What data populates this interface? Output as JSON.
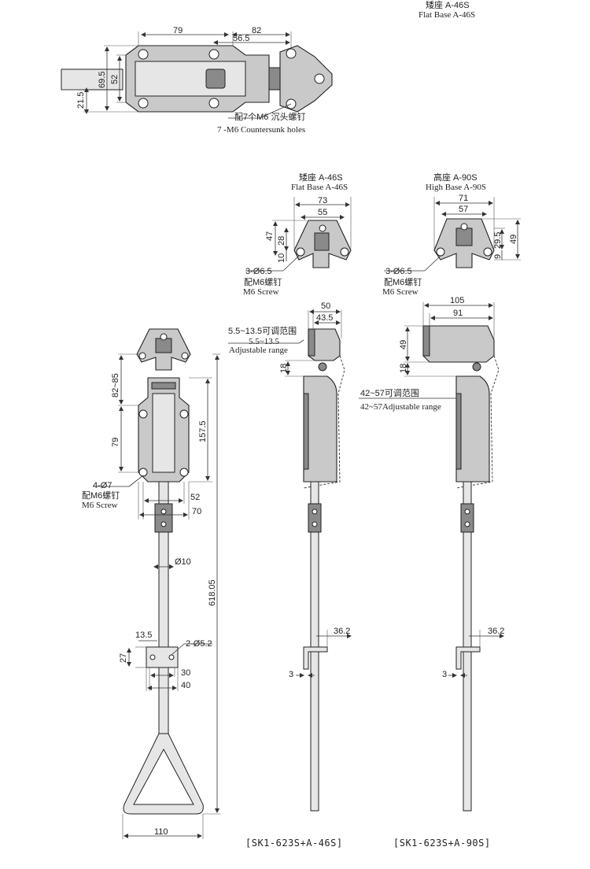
{
  "top_view": {
    "base_label_cn": "矮座 A-46S",
    "base_label_en": "Flat Base A-46S",
    "dims": {
      "d79": "79",
      "d82": "82",
      "d56_5": "56.5",
      "d69_5": "69.5",
      "d52": "52",
      "d21_5": "21.5"
    },
    "holes_cn": "配7个M6 沉头螺钉",
    "holes_en": "7 -M6 Countersunk holes"
  },
  "flat_base": {
    "label_cn": "矮座 A-46S",
    "label_en": "Flat Base A-46S",
    "dims": {
      "d73": "73",
      "d55": "55",
      "d47": "47",
      "d28": "28",
      "d10": "10"
    },
    "screw_holes": "3-Ø6.5",
    "screw_cn": "配M6螺钉",
    "screw_en": "M6 Screw"
  },
  "high_base": {
    "label_cn": "高座 A-90S",
    "label_en": "High Base A-90S",
    "dims": {
      "d71": "71",
      "d57": "57",
      "d29_5": "29.5",
      "d9": "9",
      "d49": "49"
    },
    "screw_holes": "3-Ø6.5",
    "screw_cn": "配M6螺钉",
    "screw_en": "M6 Screw"
  },
  "front_view": {
    "dims": {
      "d82_85": "82~85",
      "d79": "79",
      "d157_5": "157.5",
      "d52": "52",
      "d70": "70",
      "d10": "Ø10",
      "d618": "618.05",
      "d13_5": "13.5",
      "d27": "27",
      "d2_5_2": "2-Ø5.2",
      "d30": "30",
      "d40": "40",
      "d110": "110"
    },
    "screw_holes": "4-Ø7",
    "screw_cn": "配M6螺钉",
    "screw_en": "M6 Screw"
  },
  "side_flat": {
    "dims": {
      "d50": "50",
      "d43_5": "43.5",
      "d18": "18",
      "d36_2": "36.2",
      "d3": "3"
    },
    "range_cn": "5.5~13.5可调范围",
    "range_num": "5.5~13.5",
    "range_en": "Adjustable range",
    "model": "[SK1-623S+A-46S]"
  },
  "side_high": {
    "dims": {
      "d105": "105",
      "d91": "91",
      "d49": "49",
      "d18": "18",
      "d36_2": "36.2",
      "d3": "3"
    },
    "range_cn": "42~57可调范围",
    "range_en": "42~57Adjustable range",
    "model": "[SK1-623S+A-90S]"
  }
}
